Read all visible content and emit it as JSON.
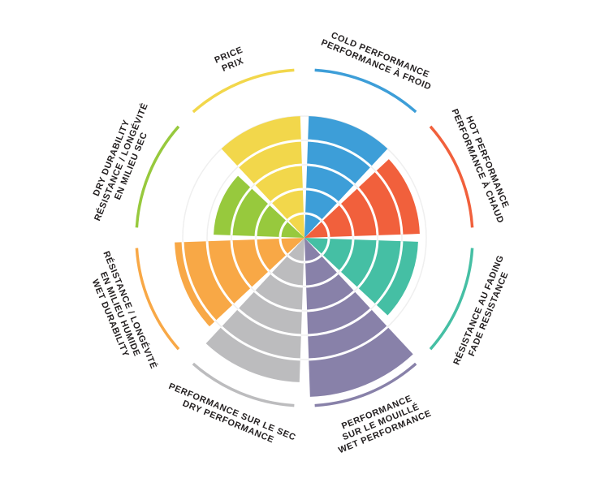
{
  "page": {
    "background": "#ffffff"
  },
  "chart_data": {
    "type": "polar-bar",
    "title": "",
    "scale_max": 10,
    "max_radius": 200,
    "center": [
      375,
      293
    ],
    "outer_arc_radius": 207,
    "outer_arc_width": 3.5,
    "ring_values": [
      1.5,
      3,
      4.5,
      6,
      7.5
    ],
    "grid_color": "#efefef",
    "text_color": "#231F20",
    "sector_gap_deg": 2,
    "arc_gap_deg": 3.5,
    "label_radius_base": 224,
    "legend": "none",
    "categories": [
      {
        "id": "cold-performance",
        "label_lines": [
          "COLD PERFORMANCE",
          "PERFORMANCE À FROID"
        ],
        "value": 7.5,
        "color": "#3D9ED8"
      },
      {
        "id": "hot-performance",
        "label_lines": [
          "HOT PERFORMANCE",
          "PERFORMANCE À CHAUD"
        ],
        "value": 7.1,
        "color": "#F1603C"
      },
      {
        "id": "fade-resistance",
        "label_lines": [
          "RÉSISTANCE AU FADING",
          "FADE RESISTANCE"
        ],
        "value": 7.0,
        "color": "#45BFA4"
      },
      {
        "id": "wet-performance",
        "label_lines": [
          "PERFORMANCE",
          "SUR LE MOUILLÉ",
          "WET PERFORMANCE"
        ],
        "value": 9.8,
        "color": "#8881A9"
      },
      {
        "id": "dry-performance",
        "label_lines": [
          "PERFORMANCE SUR LE SEC",
          "DRY PERFORMANCE"
        ],
        "value": 8.9,
        "color": "#BCBCBE"
      },
      {
        "id": "wet-durability",
        "label_lines": [
          "RÉSISTANCE / LONGÉVITÉ",
          "EN MILIEU HUMIDE",
          "WET DURABILITY"
        ],
        "value": 8.0,
        "color": "#F8A846"
      },
      {
        "id": "dry-durability",
        "label_lines": [
          "DRY DURABILITY",
          "RÉSISTANCE / LONGÉVITÉ",
          "EN MILIEU SEC"
        ],
        "value": 5.6,
        "color": "#97C93D"
      },
      {
        "id": "price",
        "label_lines": [
          "PRICE",
          "PRIX"
        ],
        "value": 7.5,
        "color": "#F2D74B"
      }
    ]
  }
}
